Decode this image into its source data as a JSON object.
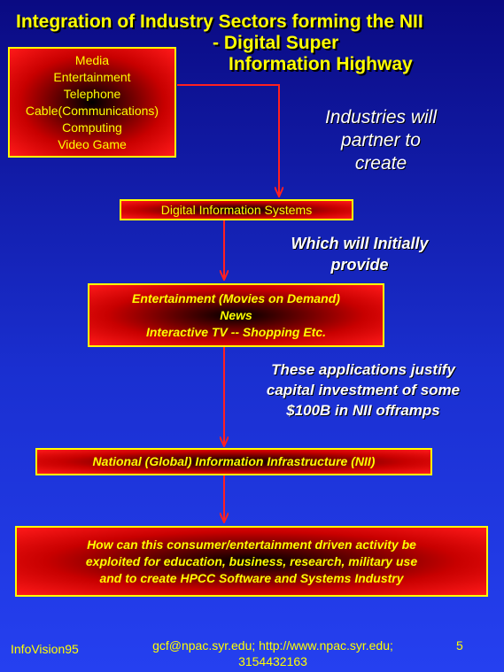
{
  "title": {
    "line1": "Integration of Industry Sectors forming the NII",
    "line2": "- Digital Super",
    "line3": "Information Highway"
  },
  "industries_box": {
    "items": [
      "Media",
      "Entertainment",
      "Telephone",
      "Cable(Communications)",
      "Computing",
      "Video Game"
    ]
  },
  "note1": {
    "lines": [
      "Industries will",
      "partner to",
      "create"
    ]
  },
  "dis_box": {
    "label": "Digital Information Systems"
  },
  "note2": {
    "lines": [
      "Which will Initially",
      "provide"
    ]
  },
  "apps_box": {
    "lines": [
      "Entertainment (Movies on Demand)",
      "News",
      "Interactive TV -- Shopping Etc."
    ]
  },
  "note3": {
    "lines": [
      "These applications justify",
      "capital investment of some",
      "$100B in NII offramps"
    ]
  },
  "nii_box": {
    "label": "National  (Global) Information Infrastructure (NII)"
  },
  "question_box": {
    "lines": [
      "How can  this consumer/entertainment driven activity be",
      "exploited for education, business, research, military use",
      "and to create HPCC Software and Systems Industry"
    ]
  },
  "footer": {
    "left": "InfoVision95",
    "center_line1": "gcf@npac.syr.edu; http://www.npac.syr.edu;",
    "center_line2": "3154432163",
    "page_number": "5"
  },
  "colors": {
    "accent": "#ffff00",
    "arrow": "#ff2020",
    "box_red": "#ff1a1a"
  }
}
